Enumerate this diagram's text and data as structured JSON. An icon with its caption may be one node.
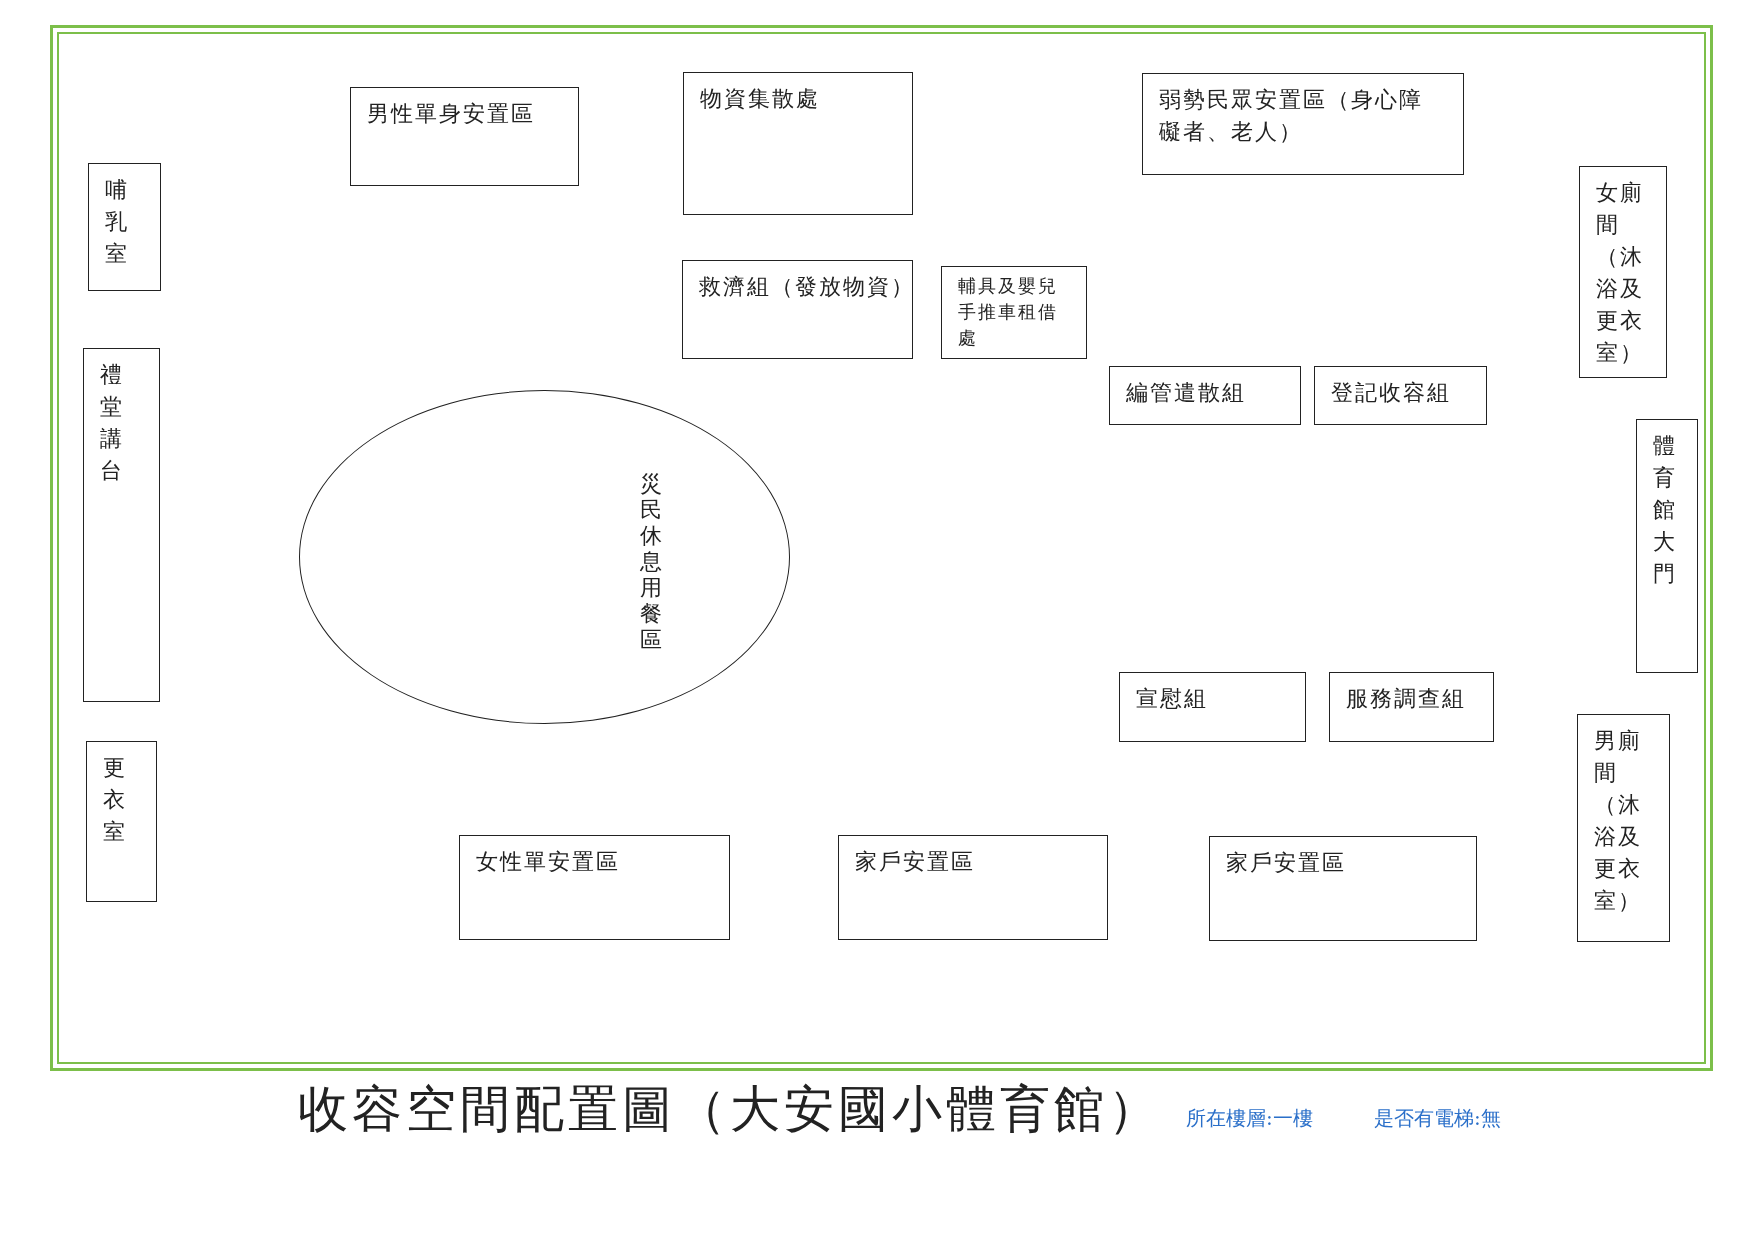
{
  "diagram": {
    "title": "收容空間配置圖（大安國小體育館）",
    "nodes": [
      {
        "text": [
          "男性單身安置區"
        ]
      },
      {
        "text": [
          "物資集散處"
        ]
      },
      {
        "text": [
          "弱勢民眾安置區（身心障礙者、老人）"
        ]
      },
      {
        "text": [
          "哺乳室"
        ]
      },
      {
        "text": [
          "女廁間（沐浴及更衣室）"
        ]
      },
      {
        "text": [
          "救濟組（發放物資）"
        ]
      },
      {
        "text": [
          "輔具及嬰兒手推車租借處"
        ]
      },
      {
        "text": [
          "禮堂講台"
        ]
      },
      {
        "text": [
          "編管遣散組"
        ]
      },
      {
        "text": [
          "登記收容組"
        ]
      },
      {
        "text": [
          "體育館大門"
        ]
      },
      {
        "text": [
          "災民休息用餐區"
        ]
      },
      {
        "text": [
          "宣慰組"
        ]
      },
      {
        "text": [
          "服務調查組"
        ]
      },
      {
        "text": [
          "男廁間（沐浴及更衣室）"
        ]
      },
      {
        "text": [
          "更衣室"
        ]
      },
      {
        "text": [
          "女性單安置區"
        ]
      },
      {
        "text": [
          "家戶安置區"
        ]
      },
      {
        "text": [
          "家戶安置區"
        ]
      }
    ],
    "edges": [],
    "labels": [
      "所在樓層:一樓",
      "是否有電梯:無"
    ]
  }
}
